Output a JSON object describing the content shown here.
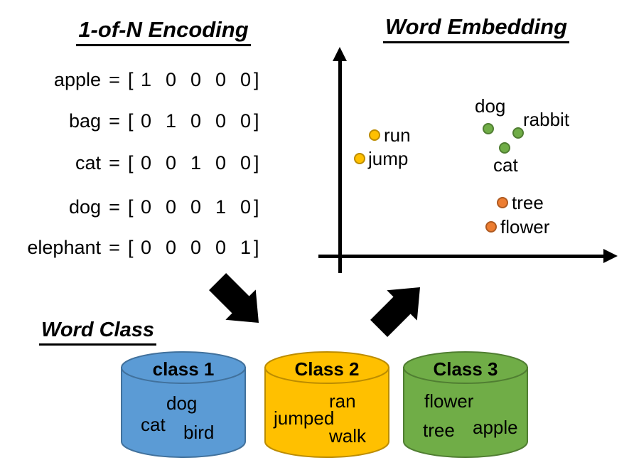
{
  "encoding": {
    "title": "1-of-N Encoding",
    "equals": "=",
    "bracket_open": "[",
    "bracket_close": "]",
    "entries": [
      {
        "word": "apple",
        "vector": [
          "1",
          "0",
          "0",
          "0",
          "0"
        ]
      },
      {
        "word": "bag",
        "vector": [
          "0",
          "1",
          "0",
          "0",
          "0"
        ]
      },
      {
        "word": "cat",
        "vector": [
          "0",
          "0",
          "1",
          "0",
          "0"
        ]
      },
      {
        "word": "dog",
        "vector": [
          "0",
          "0",
          "0",
          "1",
          "0"
        ]
      },
      {
        "word": "elephant",
        "vector": [
          "0",
          "0",
          "0",
          "0",
          "1"
        ]
      }
    ]
  },
  "embedding": {
    "title": "Word Embedding",
    "groups": {
      "verbs": {
        "dot_color": "#FFC000",
        "dot_border": "#BC8C00"
      },
      "animals": {
        "dot_color": "#70AD47",
        "dot_border": "#507E32"
      },
      "plants": {
        "dot_color": "#ED7D31",
        "dot_border": "#AE5A21"
      }
    },
    "points": [
      {
        "label": "run",
        "group": "verbs"
      },
      {
        "label": "jump",
        "group": "verbs"
      },
      {
        "label": "dog",
        "group": "animals"
      },
      {
        "label": "rabbit",
        "group": "animals"
      },
      {
        "label": "cat",
        "group": "animals"
      },
      {
        "label": "tree",
        "group": "plants"
      },
      {
        "label": "flower",
        "group": "plants"
      }
    ]
  },
  "word_class": {
    "title": "Word Class",
    "classes": [
      {
        "name": "class 1",
        "fill": "#5B9BD5",
        "border": "#41719C",
        "words": [
          "dog",
          "cat",
          "bird"
        ]
      },
      {
        "name": "Class 2",
        "fill": "#FFC000",
        "border": "#BC8C00",
        "words": [
          "ran",
          "jumped",
          "walk"
        ]
      },
      {
        "name": "Class 3",
        "fill": "#70AD47",
        "border": "#507E32",
        "words": [
          "flower",
          "tree",
          "apple"
        ]
      }
    ]
  }
}
